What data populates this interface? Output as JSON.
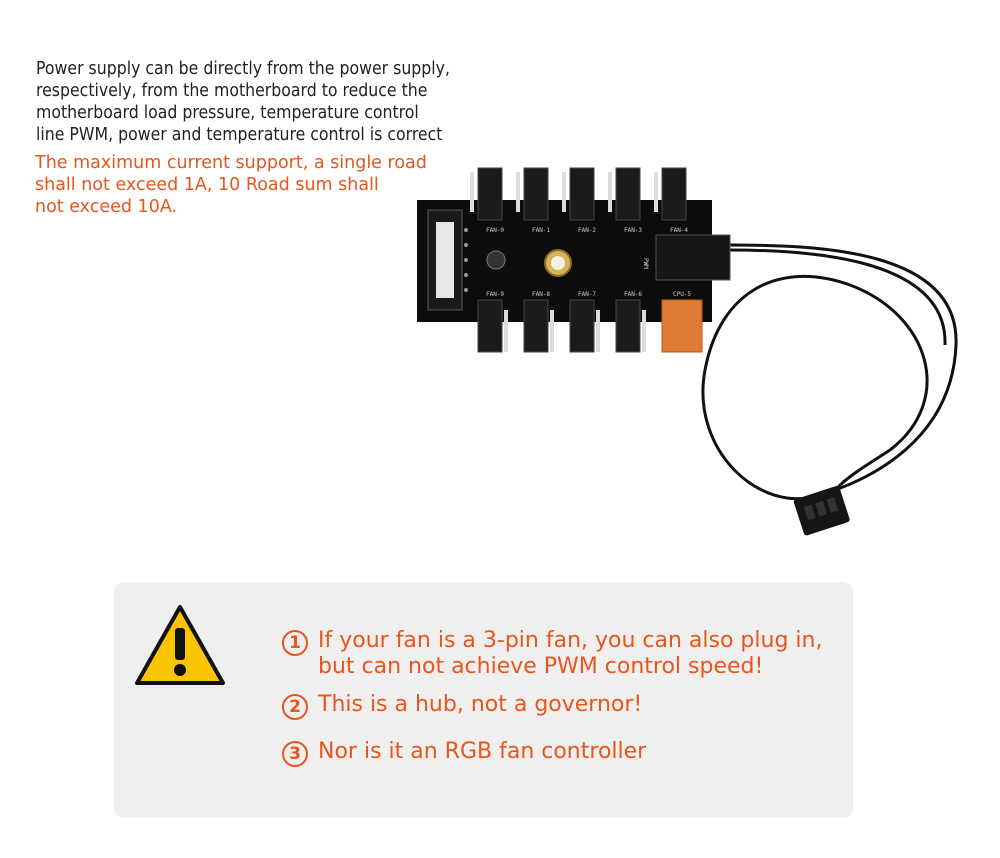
{
  "description": {
    "lines": [
      "Power supply can be directly from the power supply,",
      "respectively, from the motherboard to reduce the",
      "motherboard load pressure, temperature control",
      "line PWM, power and temperature control is correct"
    ]
  },
  "current_warning": {
    "lines": [
      "The maximum current support, a single road",
      "shall not exceed 1A, 10 Road sum shall",
      "not exceed 10A."
    ]
  },
  "hub": {
    "top_labels": [
      "FAN-0",
      "FAN-1",
      "FAN-2",
      "FAN-3",
      "FAN-4"
    ],
    "bottom_labels": [
      "FAN-9",
      "FAN-8",
      "FAN-7",
      "FAN-6",
      "CPU-5"
    ],
    "pwm_label": "PWM"
  },
  "notice": {
    "accent_color": "#e8561b",
    "icon": "warning-triangle-icon",
    "items": [
      {
        "num": "1",
        "lines": [
          "If your fan is a 3-pin fan, you can also plug in,",
          "but can not achieve PWM control speed!"
        ]
      },
      {
        "num": "2",
        "lines": [
          "This is a hub, not a governor!"
        ]
      },
      {
        "num": "3",
        "lines": [
          "Nor is it an RGB fan controller"
        ]
      }
    ]
  }
}
